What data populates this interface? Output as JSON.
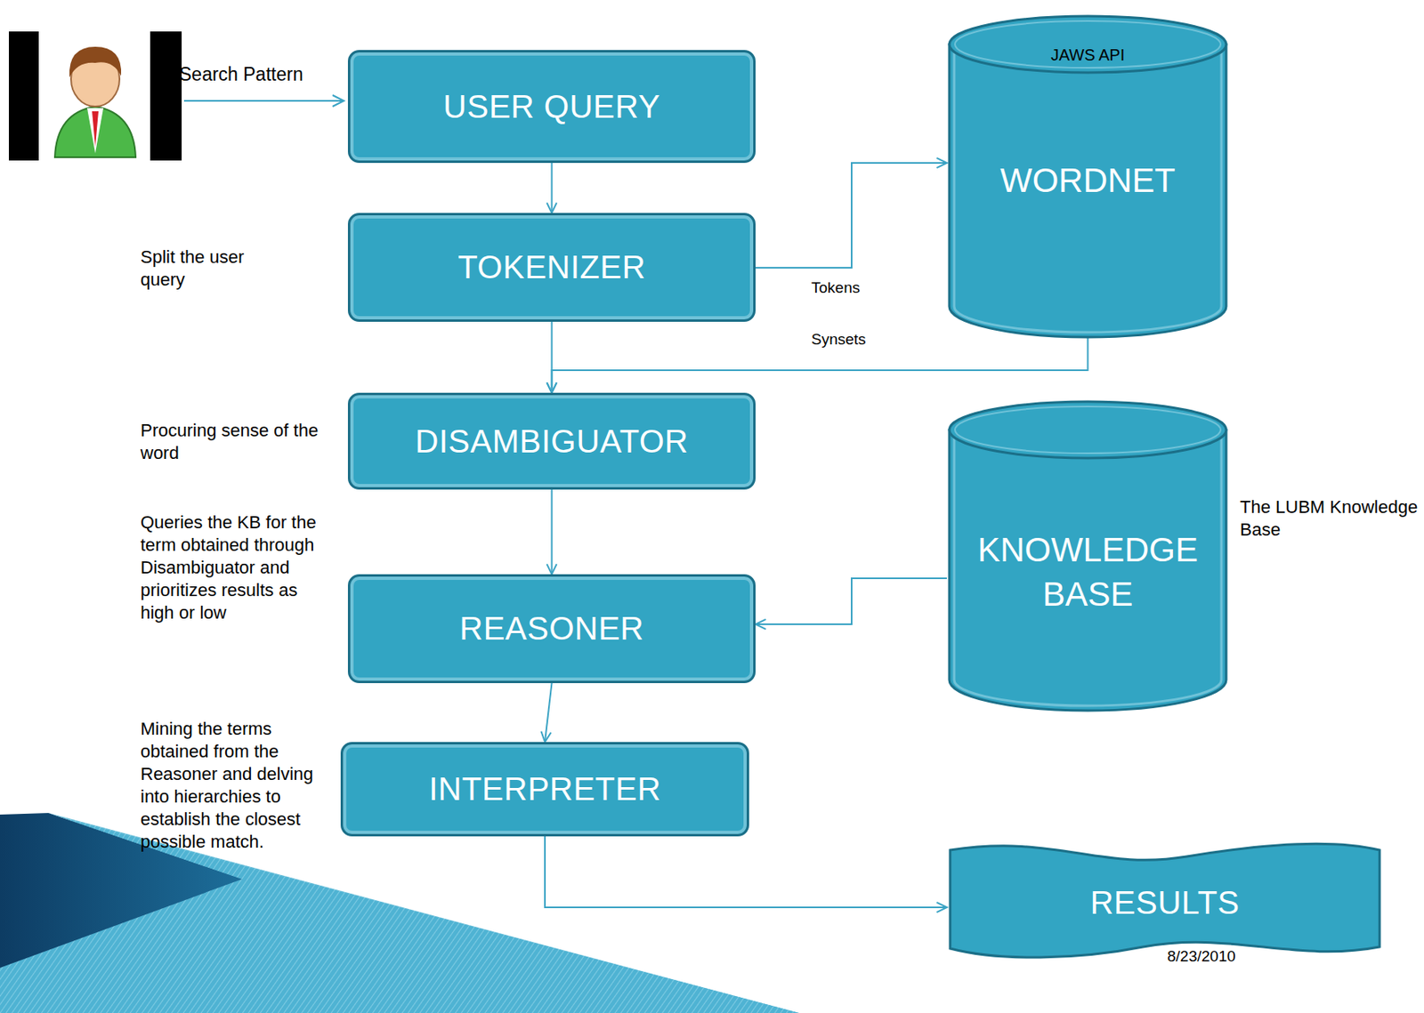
{
  "diagram": {
    "nodes": [
      {
        "text": [
          "USER QUERY"
        ]
      },
      {
        "text": [
          "JAWS API",
          "WORDNET"
        ]
      },
      {
        "text": [
          "TOKENIZER"
        ]
      },
      {
        "text": [
          "DISAMBIGUATOR"
        ]
      },
      {
        "text": [
          "KNOWLEDGE BASE"
        ]
      },
      {
        "text": [
          "REASONER"
        ]
      },
      {
        "text": [
          "INTERPRETER"
        ]
      },
      {
        "text": [
          "RESULTS"
        ]
      }
    ],
    "edges": [
      {
        "from": 0,
        "to": 2,
        "arrow": "to"
      },
      {
        "from": 2,
        "to": 1,
        "label": "Tokens",
        "arrow": "to"
      },
      {
        "from": 1,
        "to": 3,
        "label": "Synsets",
        "arrow": "to"
      },
      {
        "from": 2,
        "to": 3,
        "arrow": "to"
      },
      {
        "from": 3,
        "to": 5,
        "arrow": "to"
      },
      {
        "from": 4,
        "to": 5,
        "arrow": "to"
      },
      {
        "from": 5,
        "to": 6,
        "arrow": "to"
      },
      {
        "from": 6,
        "to": 7,
        "arrow": "to"
      }
    ],
    "labels": [
      "Search Pattern",
      "Split the user query",
      "Procuring sense of the word",
      "Queries the KB for the term obtained through Disambiguator and prioritizes results as high or low",
      "Mining the terms obtained from the Reasoner and delving into hierarchies to establish the closest possible match.",
      "The LUBM Knowledge Base",
      "8/23/2010"
    ]
  }
}
